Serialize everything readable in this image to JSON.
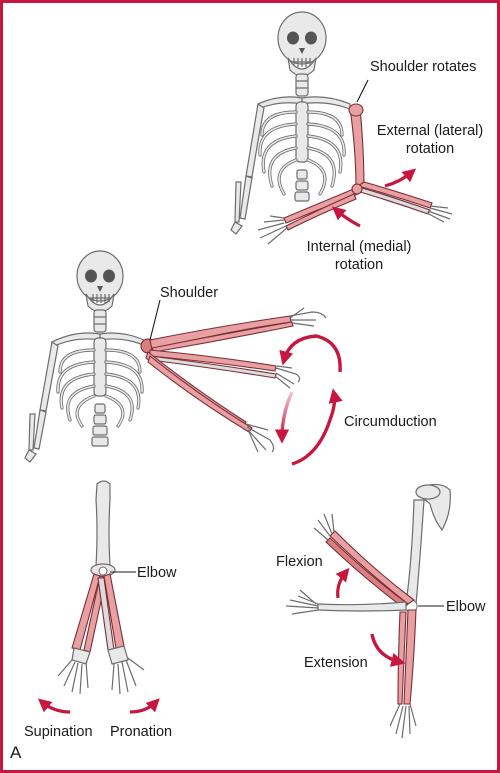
{
  "labels": {
    "shoulder_rotates": "Shoulder rotates",
    "external_rotation_line1": "External (lateral)",
    "external_rotation_line2": "rotation",
    "internal_rotation_line1": "Internal (medial)",
    "internal_rotation_line2": "rotation",
    "shoulder": "Shoulder",
    "circumduction": "Circumduction",
    "elbow_forearm": "Elbow",
    "supination": "Supination",
    "pronation": "Pronation",
    "flexion": "Flexion",
    "elbow_arm": "Elbow",
    "extension": "Extension",
    "panel_letter": "A"
  },
  "colors": {
    "border": "#c8173f",
    "arrow": "#c8173f",
    "moving_limb": "#e8a0a2",
    "moving_limb_dark": "#d97f82",
    "bone": "#e9e9e9",
    "bone_outline": "#6d6d6d"
  }
}
